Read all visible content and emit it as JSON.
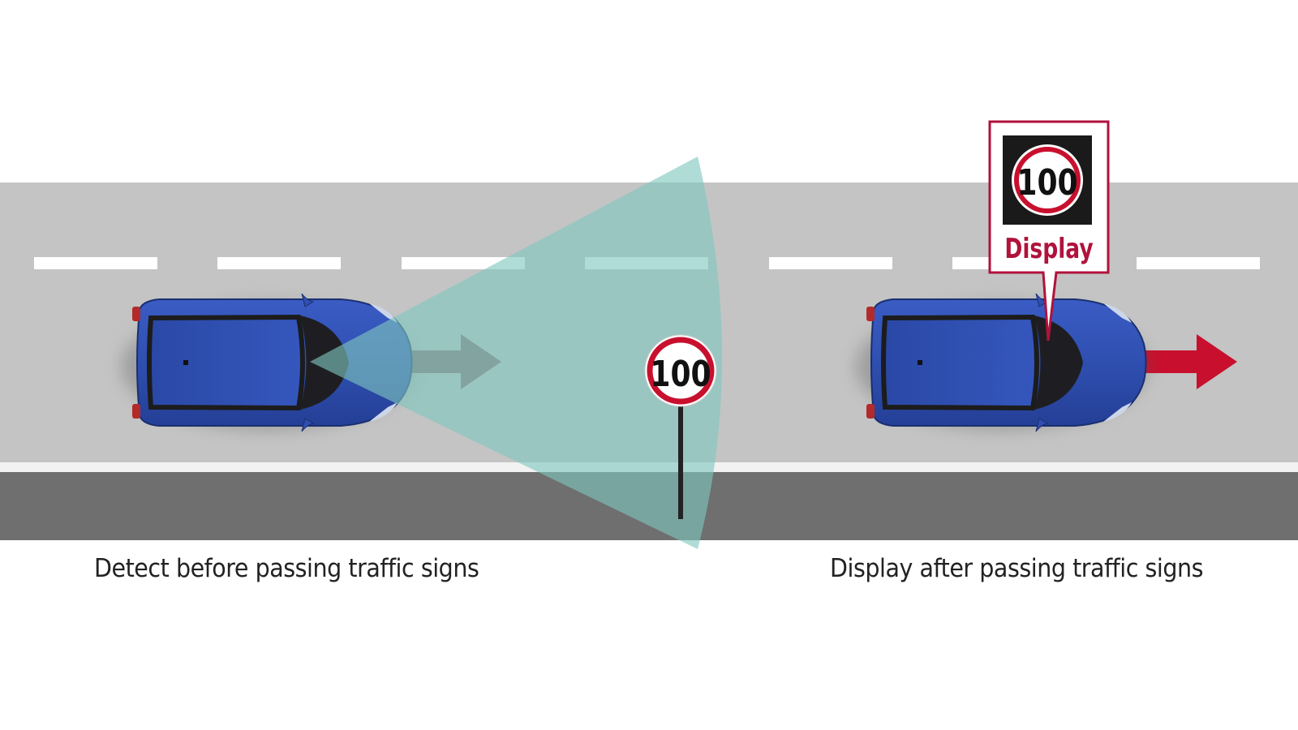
{
  "sign": {
    "speed_value": "100"
  },
  "display_popup": {
    "speed_value": "100",
    "label": "Display"
  },
  "captions": {
    "left": "Detect before passing traffic signs",
    "right": "Display after passing traffic signs"
  },
  "icons": {
    "car_left": "car-topview-icon",
    "car_right": "car-topview-icon",
    "arrow_left": "arrow-right-icon",
    "arrow_right": "arrow-right-icon",
    "sign": "speed-limit-sign-icon"
  },
  "colors": {
    "road": "#c4c4c4",
    "shoulder": "#6f6f6f",
    "lane_marking": "#ffffff",
    "car_body": "#2f4fb0",
    "camera_cone": "#7fc6bf",
    "sign_ring": "#c8102e",
    "popup_accent": "#b0123c",
    "arrow_muted": "#8a6a72",
    "arrow_active": "#c8102e",
    "caption_text": "#222222"
  }
}
